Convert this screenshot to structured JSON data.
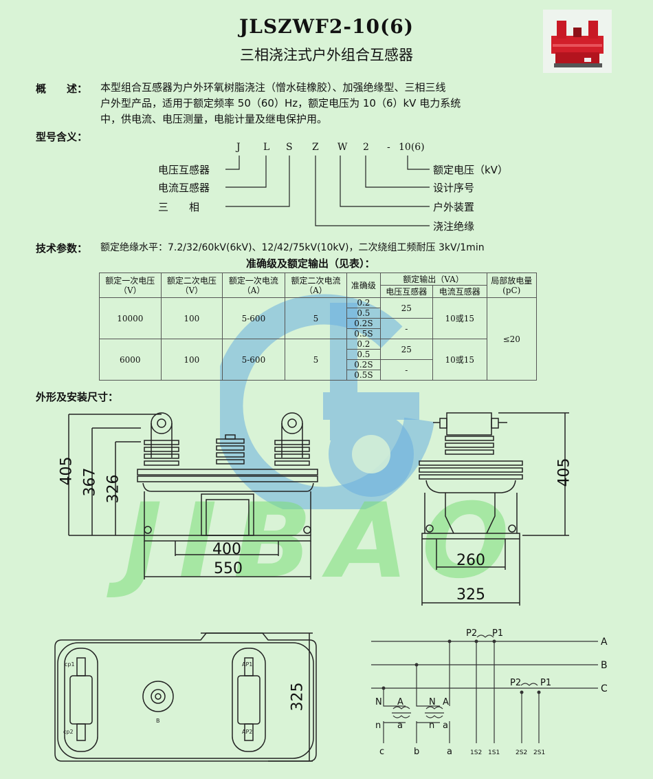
{
  "header": {
    "title": "JLSZWF2-10(6)",
    "subtitle": "三相浇注式户外组合互感器"
  },
  "overview": {
    "label": "概　　述：",
    "lines": [
      "本型组合互感器为户外环氧树脂浇注（憎水硅橡胶）、加强绝缘型、三相三线",
      "户外型产品，适用于额定频率 50（60）Hz，额定电压为 10（6）kV 电力系统",
      "中，供电流、电压测量，电能计量及继电保护用。"
    ]
  },
  "model_meaning": {
    "label": "型号含义：",
    "letters": [
      "J",
      "L",
      "S",
      "Z",
      "W",
      "2",
      "-",
      "10(6)"
    ],
    "left_labels": [
      "电压互感器",
      "电流互感器",
      "三　　相"
    ],
    "right_labels": [
      "额定电压（kV）",
      "设计序号",
      "户外装置",
      "浇注绝缘"
    ]
  },
  "tech": {
    "label": "技术参数：",
    "text": "额定绝缘水平：7.2/32/60kV(6kV)、12/42/75kV(10kV)，二次绕组工频耐压 3kV/1min",
    "table_title": "准确级及额定输出（见表）："
  },
  "table": {
    "headers": {
      "primary_voltage": "额定一次电压",
      "primary_voltage_unit": "（V）",
      "secondary_voltage": "额定二次电压",
      "secondary_voltage_unit": "（V）",
      "primary_current": "额定一次电流",
      "primary_current_unit": "（A）",
      "secondary_current": "额定二次电流",
      "secondary_current_unit": "（A）",
      "accuracy": "准确级",
      "rated_output": "额定输出（VA）",
      "vt": "电压互感器",
      "ct": "电流互感器",
      "pd": "局部放电量",
      "pd_unit": "(pC)"
    },
    "rows": [
      {
        "pv": "10000",
        "sv": "100",
        "pc": "5-600",
        "sc": "5",
        "acc": [
          "0.2",
          "0.5",
          "0.2S",
          "0.5S"
        ],
        "vt_a": "25",
        "vt_b": "-",
        "ct": "10或15"
      },
      {
        "pv": "6000",
        "sv": "100",
        "pc": "5-600",
        "sc": "5",
        "acc": [
          "0.2",
          "0.5",
          "0.2S",
          "0.5S"
        ],
        "vt_a": "25",
        "vt_b": "-",
        "ct": "10或15"
      }
    ],
    "pd_value": "≤20"
  },
  "dimensions": {
    "label": "外形及安装尺寸：",
    "front": [
      "405",
      "367",
      "326",
      "400",
      "550"
    ],
    "side": [
      "405",
      "260",
      "325"
    ],
    "top": [
      "325"
    ],
    "top_labels": {
      "cp1": "cp1",
      "ap1": "AP1",
      "cp2": "cp2",
      "ap2": "AP2",
      "b": "B"
    }
  },
  "wiring": {
    "phases": [
      "A",
      "B",
      "C"
    ],
    "ct1": {
      "p2": "P2",
      "p1": "P1"
    },
    "ct2": {
      "p2": "P2",
      "p1": "P1"
    },
    "vt_upper": [
      "N",
      "A",
      "N",
      "A"
    ],
    "vt_lower": [
      "n",
      "a",
      "n",
      "a"
    ],
    "terminals": [
      "c",
      "b",
      "a",
      "1S2",
      "1S1",
      "2S2",
      "2S1"
    ]
  },
  "watermark": {
    "text": "JIBAO",
    "colors": {
      "logo": "#6aaee0",
      "text": "#7dde7a"
    }
  }
}
